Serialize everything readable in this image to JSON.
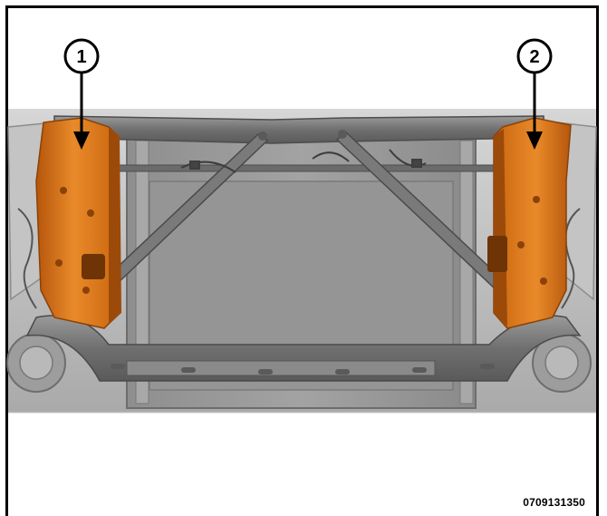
{
  "figure": {
    "callouts": [
      {
        "label": "1",
        "target": "left-bracket"
      },
      {
        "label": "2",
        "target": "right-bracket"
      }
    ],
    "figure_id": "0709131350",
    "colors": {
      "bracket": "#d9731a",
      "bracket_shadow": "#9c4a0a",
      "frame_gray": "#8a8a8a",
      "background_gray": "#bdbdbd",
      "border": "#000000"
    }
  }
}
